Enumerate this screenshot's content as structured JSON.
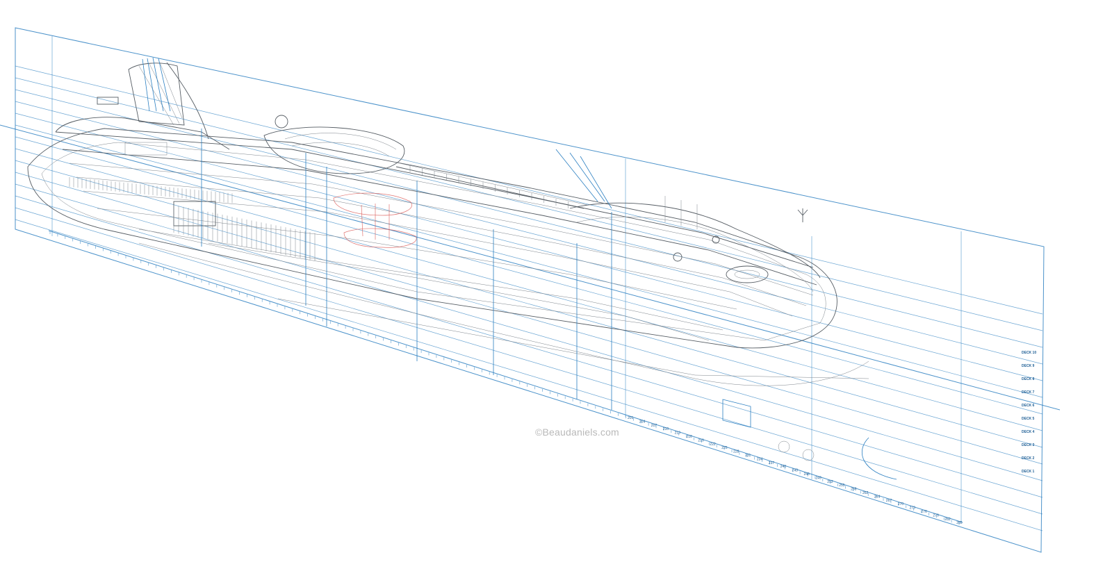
{
  "watermark": "©Beaudaniels.com",
  "deck_labels": [
    "DECK 10",
    "DECK 9",
    "DECK 8",
    "DECK 7",
    "DECK 6",
    "DECK 5",
    "DECK 4",
    "DECK 3",
    "DECK 2",
    "DECK 1"
  ],
  "frame_labels": [
    "201",
    "204",
    "207",
    "210",
    "213",
    "216",
    "219",
    "222",
    "225",
    "228",
    "231",
    "234",
    "237",
    "240",
    "243",
    "246",
    "249",
    "252",
    "255",
    "258",
    "262",
    "264",
    "267",
    "270",
    "273",
    "276",
    "279",
    "282",
    "285"
  ],
  "colors": {
    "blueprint": "#2b7fc1",
    "linework": "#555c63",
    "highlight": "#d9534f",
    "watermark": "#b9b9b9"
  }
}
